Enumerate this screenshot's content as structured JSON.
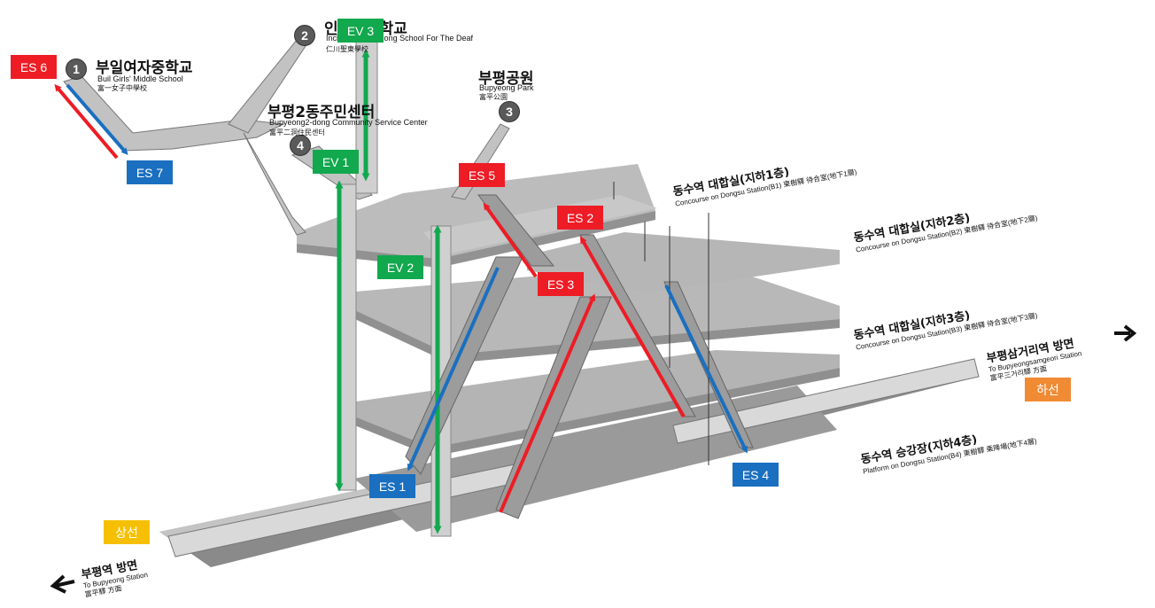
{
  "exits": [
    {
      "number": "1",
      "korean": "부일여자중학교",
      "english": "Buil Girls' Middle School",
      "chinese": "富一女子中學校"
    },
    {
      "number": "2",
      "korean": "인천성동학교",
      "english": "Incheon Seongdong School For The Deaf",
      "chinese": "仁川聖東學校"
    },
    {
      "number": "3",
      "korean": "부평공원",
      "english": "Bupyeong Park",
      "chinese": "富平公園"
    },
    {
      "number": "4",
      "korean": "부평2동주민센터",
      "english": "Bupyeong2-dong Community Service Center",
      "chinese": "富平二洞住民센터"
    }
  ],
  "levels": [
    {
      "korean": "동수역 대합실(지하1층)",
      "english": "Concourse on Dongsu Station(B1)",
      "chinese": "東樹驛 待合室(地下1層)"
    },
    {
      "korean": "동수역 대합실(지하2층)",
      "english": "Concourse on Dongsu Station(B2)",
      "chinese": "東樹驛 待合室(地下2層)"
    },
    {
      "korean": "동수역 대합실(지하3층)",
      "english": "Concourse on Dongsu Station(B3)",
      "chinese": "東樹驛 待合室(地下3層)"
    },
    {
      "korean": "동수역 승강장(지하4층)",
      "english": "Platform on Dongsu Station(B4)",
      "chinese": "東樹驛 乘降場(地下4層)"
    }
  ],
  "directions": {
    "right": {
      "korean": "부평삼거리역 방면",
      "english": "To Bupyeongsamgeori Station",
      "chinese": "富平三거리驛 方面"
    },
    "left": {
      "korean": "부평역 방면",
      "english": "To Bupyeong Station",
      "chinese": "富平驛 方面"
    }
  },
  "tracks": {
    "up": "상선",
    "down": "하선"
  },
  "labels": {
    "es1": "ES 1",
    "es2": "ES 2",
    "es3": "ES 3",
    "es4": "ES 4",
    "es5": "ES 5",
    "es6": "ES 6",
    "es7": "ES 7",
    "ev1": "EV 1",
    "ev2": "EV 2",
    "ev3": "EV 3"
  },
  "colors": {
    "escalator_up": "#ee1c25",
    "escalator_down": "#1a6fc0",
    "elevator": "#11a84e",
    "up_track": "#f6c000",
    "down_track": "#f08a33",
    "floor": "#b8b8b8",
    "floor_edge": "#8a8a8a"
  }
}
